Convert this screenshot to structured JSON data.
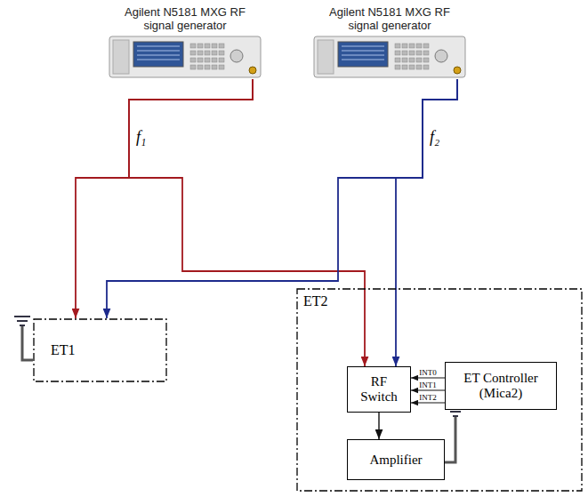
{
  "diagram": {
    "nodes": [
      {
        "text": [
          "Agilent N5181 MXG RF signal generator"
        ]
      },
      {
        "text": [
          "Agilent N5181 MXG RF signal generator"
        ]
      },
      {
        "text": [
          "ET1"
        ]
      },
      {
        "text": [
          "ET2"
        ]
      },
      {
        "text": [
          "RF Switch"
        ],
        "in": 3
      },
      {
        "text": [
          "ET Controller (Mica2)"
        ],
        "in": 3
      },
      {
        "text": [
          "Amplifier"
        ],
        "in": 3
      }
    ],
    "edges": [
      {
        "from": 0,
        "to": 2,
        "arrow": "to",
        "label": "f₁"
      },
      {
        "from": 0,
        "to": 4,
        "arrow": "to"
      },
      {
        "from": 1,
        "to": 2,
        "arrow": "to",
        "label": "f₂"
      },
      {
        "from": 1,
        "to": 4,
        "arrow": "to"
      },
      {
        "from": 5,
        "to": 4,
        "arrow": "to",
        "label": "INT0"
      },
      {
        "from": 5,
        "to": 4,
        "arrow": "to",
        "label": "INT1"
      },
      {
        "from": 5,
        "to": 4,
        "arrow": "to",
        "label": "INT2"
      },
      {
        "from": 4,
        "to": 6,
        "arrow": "to"
      }
    ]
  }
}
